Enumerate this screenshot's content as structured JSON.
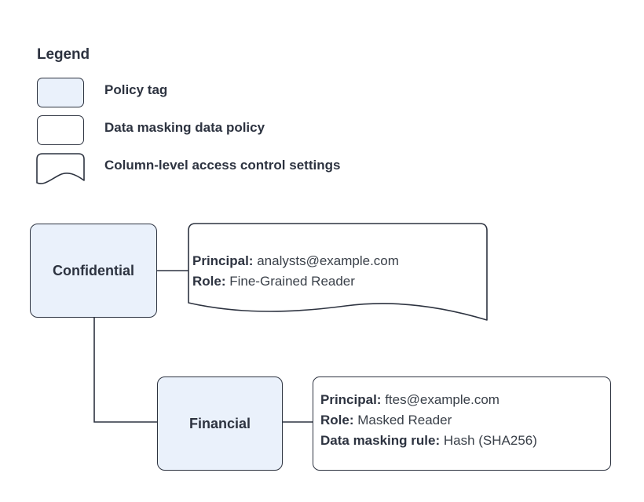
{
  "legend": {
    "title": "Legend",
    "items": [
      {
        "label": "Policy tag",
        "swatch": "rounded-rect-filled",
        "icon_name": "legend-swatch-policy-tag"
      },
      {
        "label": "Data masking data policy",
        "swatch": "rounded-rect-outline",
        "icon_name": "legend-swatch-data-policy"
      },
      {
        "label": "Column-level access control settings",
        "swatch": "document-wave-shape",
        "icon_name": "legend-swatch-column-acl"
      }
    ]
  },
  "diagram": {
    "nodes": [
      {
        "id": "confidential",
        "label": "Confidential"
      },
      {
        "id": "financial",
        "label": "Financial"
      }
    ],
    "callouts": [
      {
        "id": "confidential-callout",
        "shape": "document-wave-shape",
        "lines": [
          {
            "label": "Principal:",
            "value": "analysts@example.com"
          },
          {
            "label": "Role:",
            "value": "Fine-Grained Reader"
          }
        ]
      },
      {
        "id": "financial-callout",
        "shape": "rounded-rect-outline",
        "lines": [
          {
            "label": "Principal:",
            "value": "ftes@example.com"
          },
          {
            "label": "Role:",
            "value": "Masked Reader"
          },
          {
            "label": "Data masking rule:",
            "value": "Hash (SHA256)"
          }
        ]
      }
    ],
    "connectors": [
      {
        "id": "confidential-to-callout",
        "type": "horizontal"
      },
      {
        "id": "confidential-to-financial",
        "type": "elbow"
      },
      {
        "id": "financial-to-callout",
        "type": "horizontal"
      }
    ]
  },
  "colors": {
    "node_fill": "#eaf1fb",
    "stroke": "#2d3340",
    "text": "#2d3340",
    "value_text": "#3a4049",
    "background": "#ffffff"
  }
}
